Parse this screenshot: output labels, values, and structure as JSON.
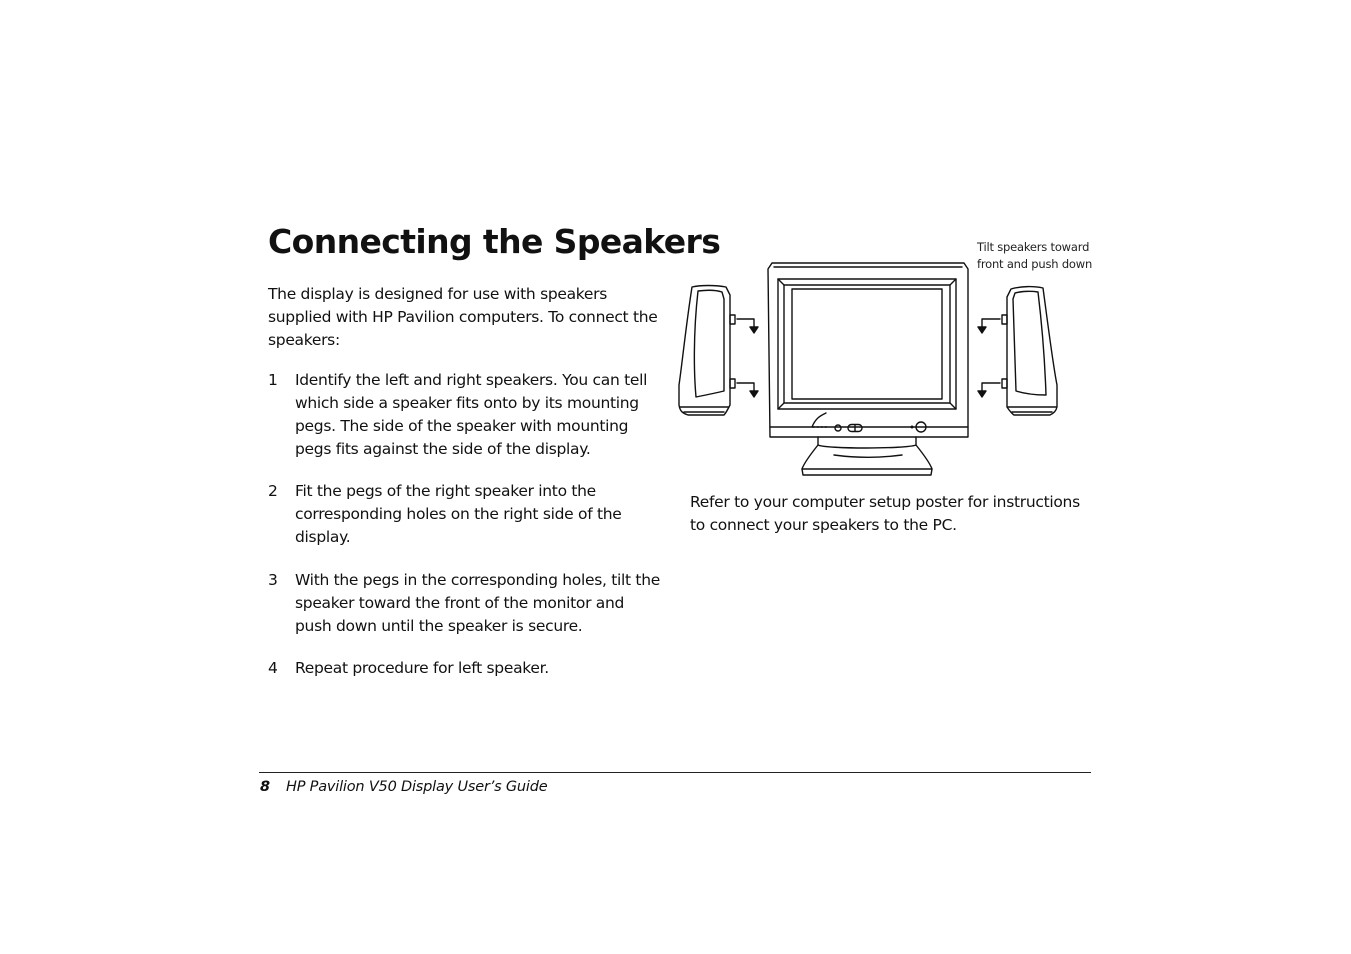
{
  "page": {
    "title": "Connecting the Speakers",
    "intro": "The display is designed for use with speakers supplied with HP Pavilion computers.  To connect the speakers:",
    "steps": [
      {
        "number": "1",
        "text": "Identify the left and right speakers.  You can tell which side a speaker fits onto by its mounting pegs.  The side of the speaker with mounting pegs fits against the side of the display."
      },
      {
        "number": "2",
        "text": "Fit the pegs of the right speaker into the corresponding holes on the right side of the display."
      },
      {
        "number": "3",
        "text": "With the pegs in the corresponding holes, tilt the speaker toward the front of the monitor and push down until the speaker is secure."
      },
      {
        "number": "4",
        "text": "Repeat procedure for left speaker."
      }
    ],
    "figure": {
      "callout_line1": "Tilt speakers toward",
      "callout_line2": "front and push down",
      "icon": "monitor-with-speakers-illustration"
    },
    "refer": "Refer to your computer setup poster for instructions to connect your speakers to the PC."
  },
  "footer": {
    "page_number": "8",
    "guide_title": "HP Pavilion V50 Display User’s Guide"
  }
}
